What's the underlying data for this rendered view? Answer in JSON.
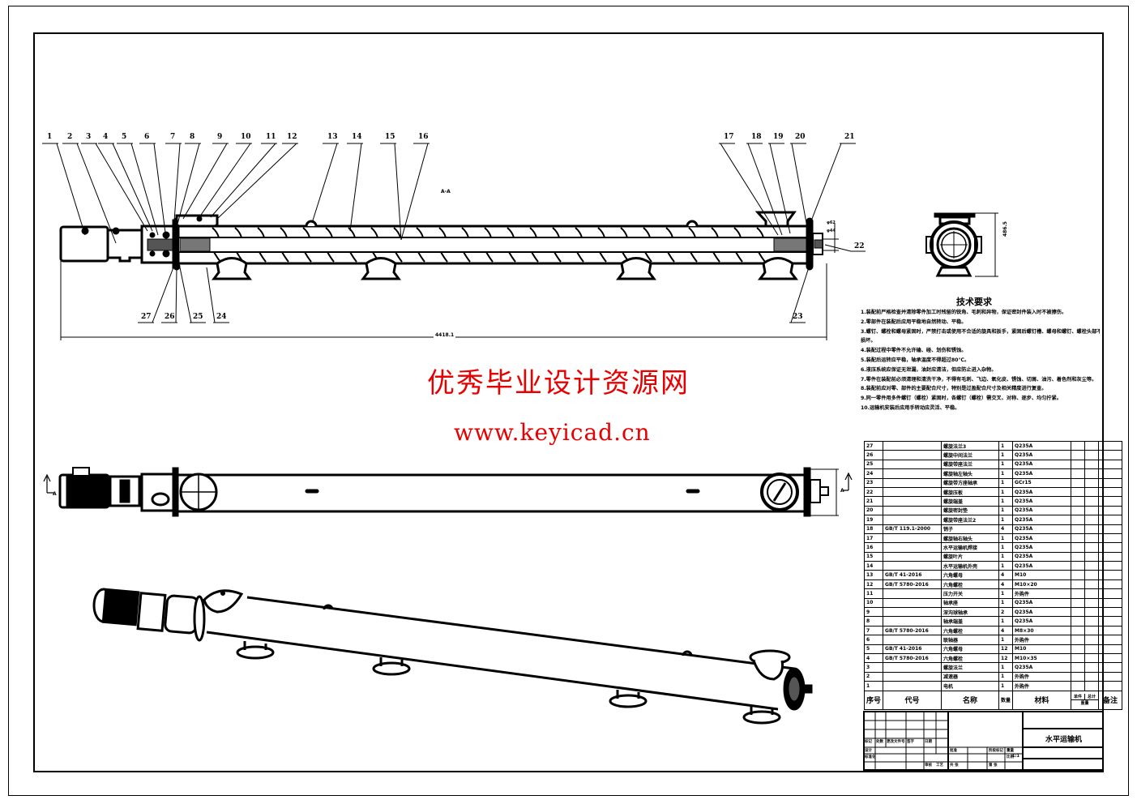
{
  "drawing": {
    "title": "水平运输机",
    "section_label": "A-A",
    "overall_length": "4418.1",
    "end_view_height": "486.5",
    "section_marker": "A",
    "balloons_top": [
      "1",
      "2",
      "3",
      "4",
      "5",
      "6",
      "7",
      "8",
      "9",
      "10",
      "11",
      "12",
      "13",
      "14",
      "15",
      "16",
      "17",
      "18",
      "19",
      "20",
      "21"
    ],
    "balloons_bottom": [
      "27",
      "26",
      "25",
      "24",
      "23"
    ],
    "balloon_right": "22",
    "small_dims": [
      "φ62",
      "φ44"
    ]
  },
  "watermark": {
    "cn": "优秀毕业设计资源网",
    "url": "www.keyicad.cn"
  },
  "tech_requirements": {
    "title": "技术要求",
    "items": [
      "1.装配前严格检查并清除零件加工时残留的锐角、毛刺和异物，保证密封件装入时不被擦伤。",
      "2.零部件在装配后应用平稳地自然转动、平稳。",
      "3.螺钉、螺栓和螺母紧固时，严禁打击或使用不合适的旋具和扳手，紧固后螺钉槽、螺母和螺钉、螺栓头部不得",
      "  损坏。",
      "4.装配过程中零件不允许磕、碰、划伤和锈蚀。",
      "5.装配后运转应平稳，轴承温度不得超过80℃。",
      "6.液压系统应保证无泄漏，油封应清洁，但应防止进入杂物。",
      "7.零件在装配前必须清理和清洗干净，不得有毛刺、飞边、氧化皮、锈蚀、切屑、油污、着色剂和灰尘等。",
      "8.装配前应对零、部件的主要配合尺寸，特别是过盈配合尺寸及相关精度进行复查。",
      "9.同一零件用多件螺钉（螺栓）紧固时，各螺钉（螺栓）需交叉、对称、逐步、均匀拧紧。",
      "10.运输机安装后应用手转动应灵活、平稳。"
    ]
  },
  "bom": {
    "headers": {
      "no": "序号",
      "code": "代号",
      "name": "名称",
      "qty": "数量",
      "material": "材料",
      "unit_weight": "单件",
      "total_weight": "总计",
      "weight": "重量",
      "remark": "备注"
    },
    "rows": [
      {
        "no": "27",
        "code": "",
        "name": "螺旋法兰3",
        "qty": "1",
        "material": "Q235A"
      },
      {
        "no": "26",
        "code": "",
        "name": "螺旋中间法兰",
        "qty": "1",
        "material": "Q235A"
      },
      {
        "no": "25",
        "code": "",
        "name": "螺旋带座法兰",
        "qty": "1",
        "material": "Q235A"
      },
      {
        "no": "24",
        "code": "",
        "name": "螺旋轴左轴头",
        "qty": "1",
        "material": "Q235A"
      },
      {
        "no": "23",
        "code": "",
        "name": "螺旋带方座轴承",
        "qty": "1",
        "material": "GCr15"
      },
      {
        "no": "22",
        "code": "",
        "name": "螺旋压板",
        "qty": "1",
        "material": "Q235A"
      },
      {
        "no": "21",
        "code": "",
        "name": "螺旋端盖",
        "qty": "1",
        "material": "Q235A"
      },
      {
        "no": "20",
        "code": "",
        "name": "螺旋密封垫",
        "qty": "1",
        "material": "Q235A"
      },
      {
        "no": "19",
        "code": "",
        "name": "螺旋带座法兰2",
        "qty": "1",
        "material": "Q235A"
      },
      {
        "no": "18",
        "code": "GB/T 119.1-2000",
        "name": "销子",
        "qty": "4",
        "material": "Q235A"
      },
      {
        "no": "17",
        "code": "",
        "name": "螺旋轴右轴头",
        "qty": "1",
        "material": "Q235A"
      },
      {
        "no": "16",
        "code": "",
        "name": "水平运输机焊接",
        "qty": "1",
        "material": "Q235A"
      },
      {
        "no": "15",
        "code": "",
        "name": "螺旋叶片",
        "qty": "1",
        "material": "Q235A"
      },
      {
        "no": "14",
        "code": "",
        "name": "水平运输机外壳",
        "qty": "1",
        "material": "Q235A"
      },
      {
        "no": "13",
        "code": "GB/T 41-2016",
        "name": "六角螺母",
        "qty": "4",
        "material": "M10"
      },
      {
        "no": "12",
        "code": "GB/T 5780-2016",
        "name": "六角螺栓",
        "qty": "4",
        "material": "M10×20"
      },
      {
        "no": "11",
        "code": "",
        "name": "压力开关",
        "qty": "1",
        "material": "外购件"
      },
      {
        "no": "10",
        "code": "",
        "name": "轴承座",
        "qty": "1",
        "material": "Q235A"
      },
      {
        "no": "9",
        "code": "",
        "name": "深沟球轴承",
        "qty": "2",
        "material": "Q235A"
      },
      {
        "no": "8",
        "code": "",
        "name": "轴承端盖",
        "qty": "1",
        "material": "Q235A"
      },
      {
        "no": "7",
        "code": "GB/T 5780-2016",
        "name": "六角螺栓",
        "qty": "4",
        "material": "M8×30"
      },
      {
        "no": "6",
        "code": "",
        "name": "联轴器",
        "qty": "1",
        "material": "外购件"
      },
      {
        "no": "5",
        "code": "GB/T 41-2016",
        "name": "六角螺母",
        "qty": "12",
        "material": "M10"
      },
      {
        "no": "4",
        "code": "GB/T 5780-2016",
        "name": "六角螺栓",
        "qty": "12",
        "material": "M10×35"
      },
      {
        "no": "3",
        "code": "",
        "name": "螺旋法兰",
        "qty": "1",
        "material": "Q235A"
      },
      {
        "no": "2",
        "code": "",
        "name": "减速器",
        "qty": "1",
        "material": "外购件"
      },
      {
        "no": "1",
        "code": "",
        "name": "电机",
        "qty": "1",
        "material": "外购件"
      }
    ]
  },
  "title_block": {
    "name": "水平运输机",
    "labels": [
      "标记",
      "处数",
      "更改文件号",
      "签字",
      "日期",
      "设计",
      "标准化",
      "审核",
      "工艺",
      "批准",
      "阶段标记",
      "重量",
      "比例",
      "共 张",
      "第 张"
    ],
    "scale_value": "1:1"
  }
}
